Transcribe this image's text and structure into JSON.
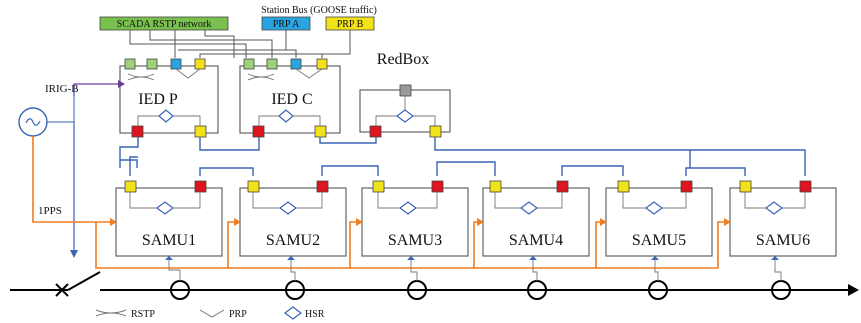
{
  "networks": {
    "scada": {
      "label": "SCADA RSTP network",
      "color": "#79c04f"
    },
    "station_bus": {
      "label": "Station Bus (GOOSE traffic)"
    },
    "prp_a": {
      "label": "PRP A",
      "color": "#2aa4e0"
    },
    "prp_b": {
      "label": "PRP B",
      "color": "#f2e21a"
    }
  },
  "nodes": {
    "ied_p": {
      "label": "IED P"
    },
    "ied_c": {
      "label": "IED C"
    },
    "redbox": {
      "label": "RedBox"
    },
    "samus": [
      "SAMU1",
      "SAMU2",
      "SAMU3",
      "SAMU4",
      "SAMU5",
      "SAMU6"
    ]
  },
  "signals": {
    "irig_b": "IRIG-B",
    "pps": "1PPS"
  },
  "legend": {
    "rstp": "RSTP",
    "prp": "PRP",
    "hsr": "HSR"
  },
  "colors": {
    "hsr_port": "#e0141e",
    "port_yellow": "#f2e21a",
    "port_green": "#9fd07a",
    "port_blue": "#2aa4e0",
    "redbox_port": "#9a9a9a",
    "hsr_line": "#3a64b4",
    "pps_line": "#ef7d22",
    "irig_line": "#6a3d9a",
    "box": "#555555"
  }
}
